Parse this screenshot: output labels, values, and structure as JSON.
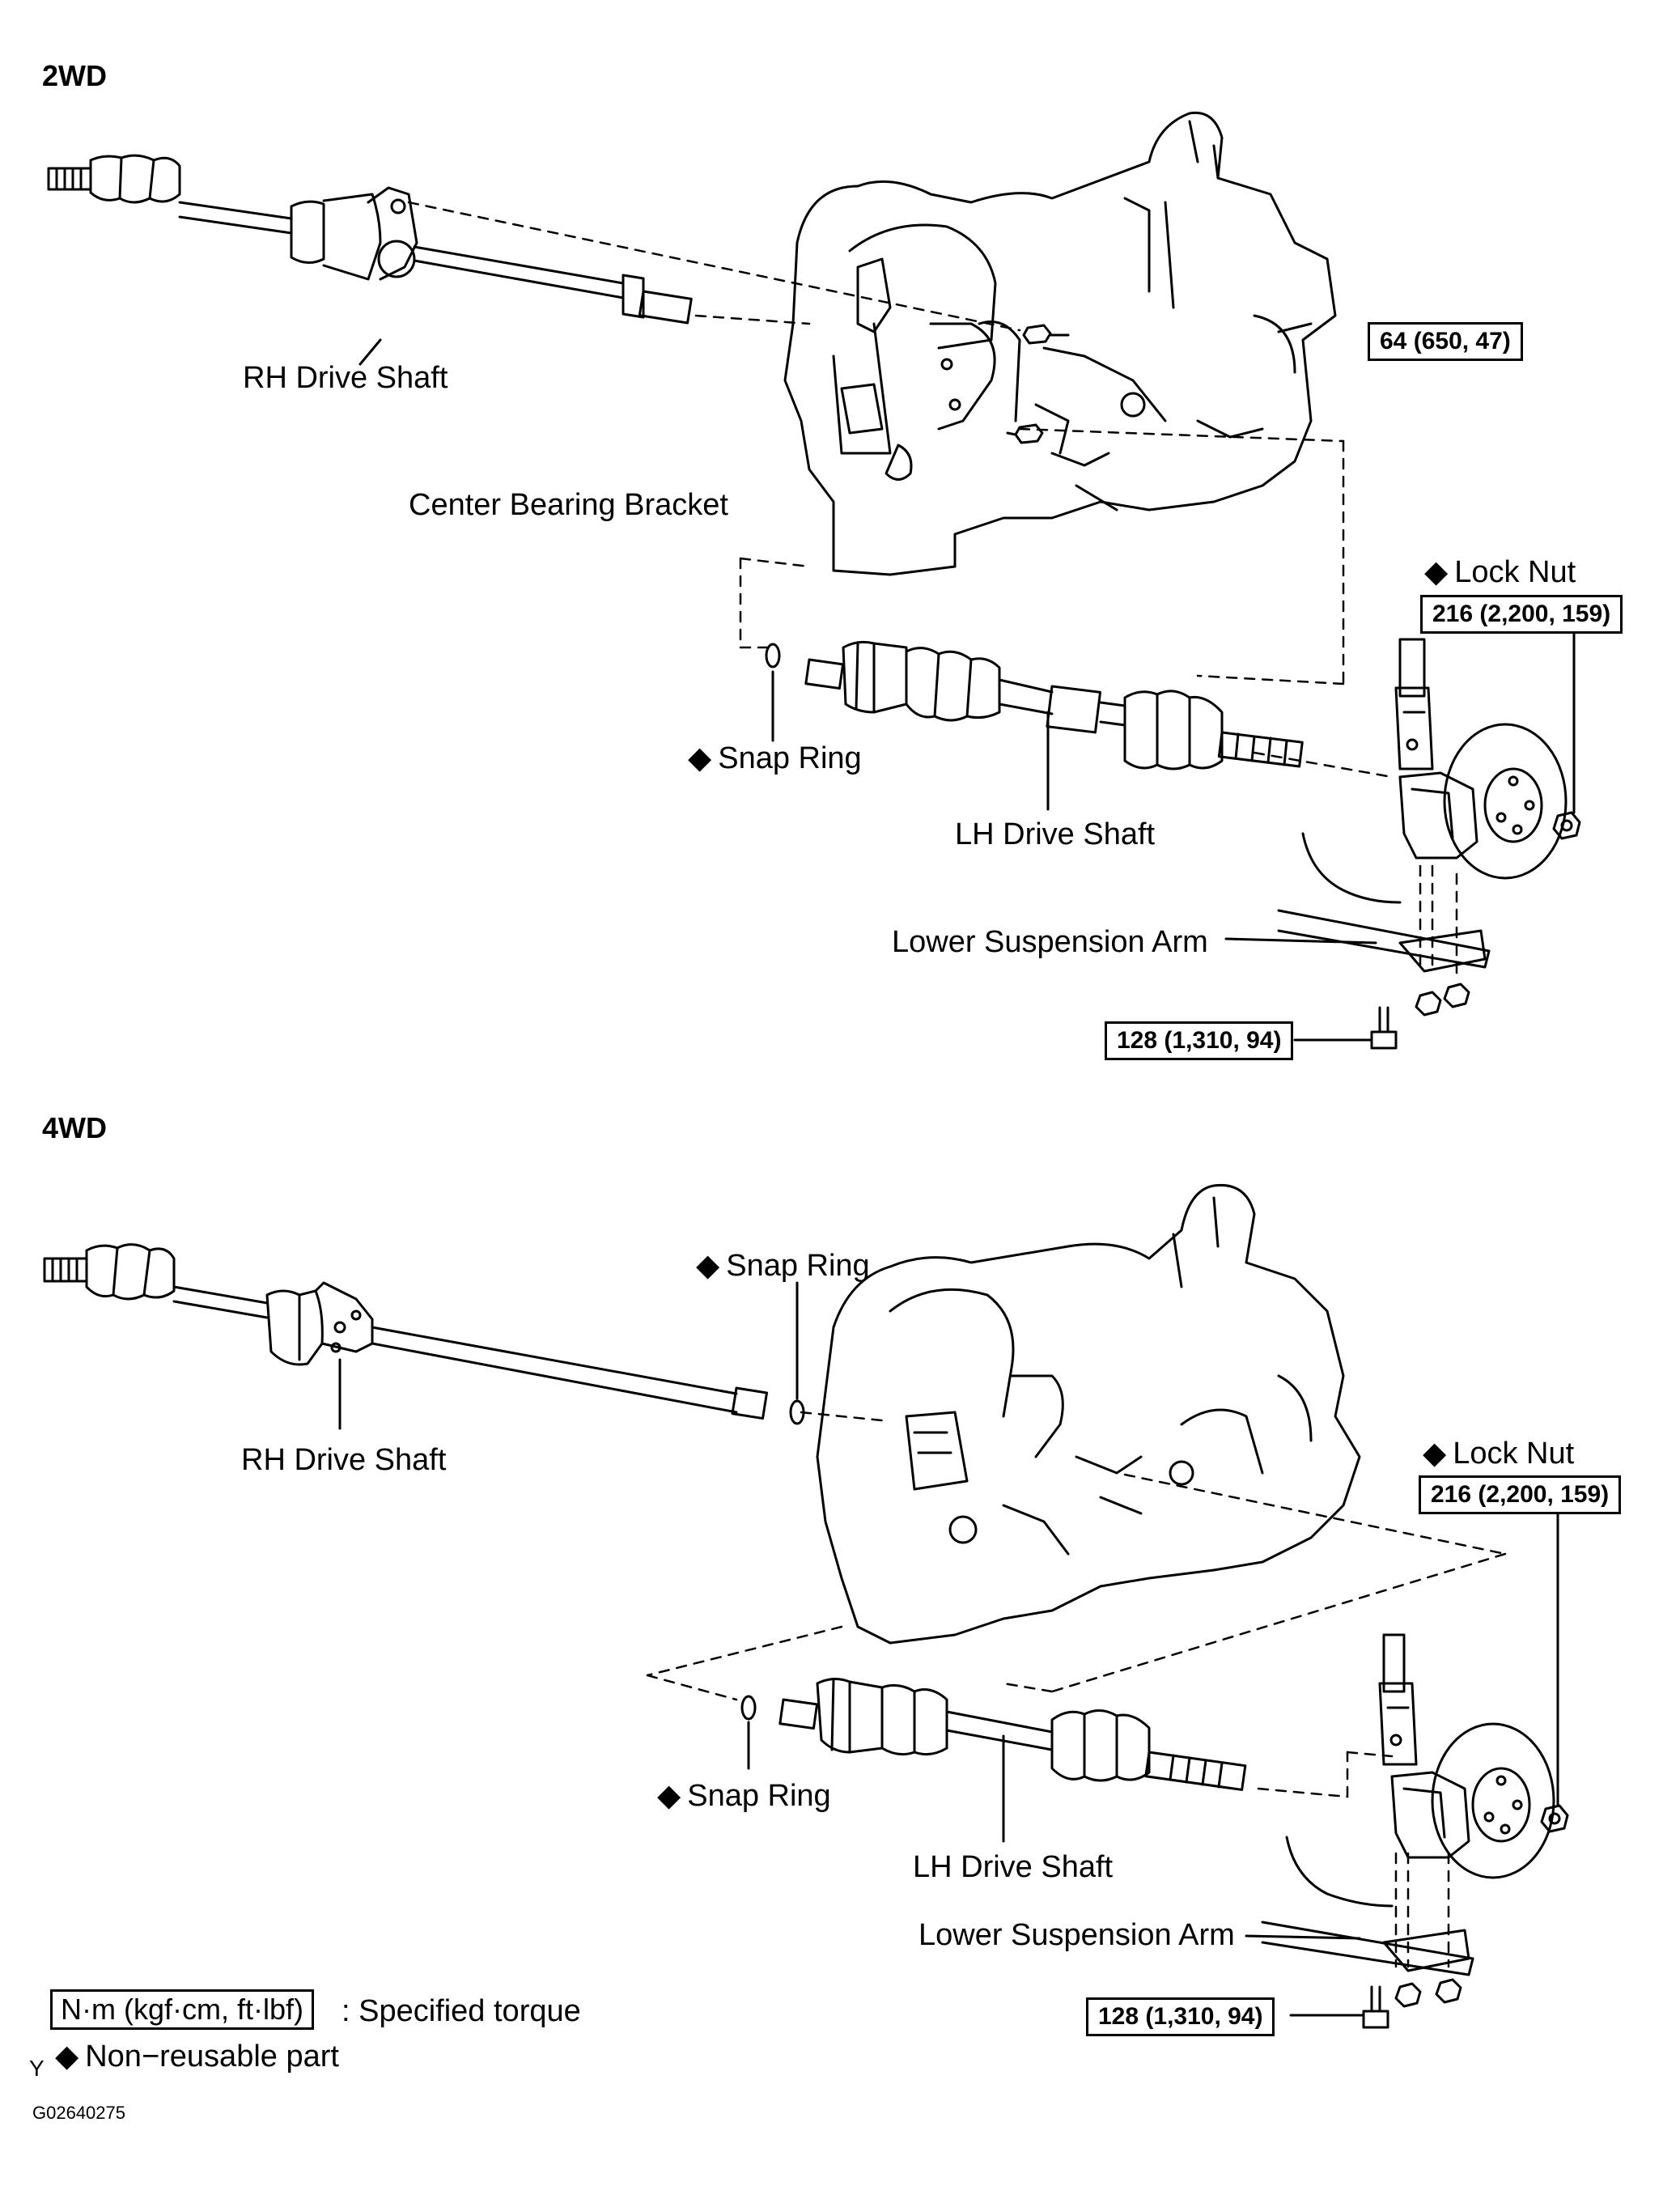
{
  "sections": {
    "top": "2WD",
    "bottom": "4WD"
  },
  "labels_2wd": {
    "rh_drive_shaft": "RH Drive Shaft",
    "center_bearing_bracket": "Center Bearing Bracket",
    "lock_nut": "Lock Nut",
    "snap_ring": "Snap Ring",
    "lh_drive_shaft": "LH Drive Shaft",
    "lower_suspension_arm": "Lower Suspension Arm"
  },
  "torques_2wd": {
    "bracket_bolt": "64 (650, 47)",
    "lock_nut": "216 (2,200, 159)",
    "arm_bolt": "128 (1,310, 94)"
  },
  "labels_4wd": {
    "snap_ring_upper": "Snap Ring",
    "rh_drive_shaft": "RH Drive Shaft",
    "lock_nut": "Lock Nut",
    "snap_ring_lower": "Snap Ring",
    "lh_drive_shaft": "LH Drive Shaft",
    "lower_suspension_arm": "Lower Suspension Arm"
  },
  "torques_4wd": {
    "lock_nut": "216 (2,200, 159)",
    "arm_bolt": "128 (1,310, 94)"
  },
  "legend": {
    "torque_unit_box": "N·m (kgf·cm, ft·lbf)",
    "torque_text": ": Specified torque",
    "nonreusable_text": "Non−reusable part",
    "diamond_symbol": "◆"
  },
  "footer": {
    "y_mark": "Y",
    "figure_code": "G02640275"
  }
}
